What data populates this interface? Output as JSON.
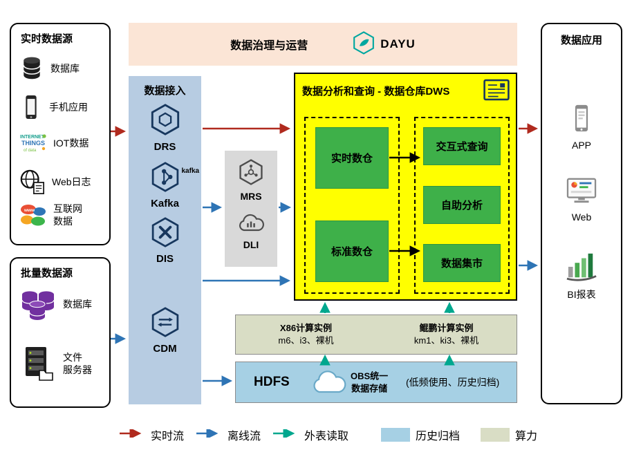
{
  "realtime_sources": {
    "title": "实时数据源",
    "items": [
      {
        "label": "数据库",
        "icon": "database-icon"
      },
      {
        "label": "手机应用",
        "icon": "mobile-phone-icon"
      },
      {
        "label": "IOT数据",
        "icon": "iot-wordcloud-icon"
      },
      {
        "label": "Web日志",
        "icon": "web-log-globe-icon"
      },
      {
        "label": "互联网\n数据",
        "icon": "internet-data-icon"
      }
    ]
  },
  "batch_sources": {
    "title": "批量数据源",
    "items": [
      {
        "label": "数据库",
        "icon": "database-cluster-icon"
      },
      {
        "label": "文件\n服务器",
        "icon": "file-server-icon"
      }
    ]
  },
  "governance": {
    "title": "数据治理与运营",
    "logo_text": "DAYU",
    "logo_icon": "dayu-hexagon-icon"
  },
  "ingestion": {
    "title": "数据接入",
    "items": [
      {
        "label": "DRS",
        "icon": "drs-hexagon-icon"
      },
      {
        "label": "Kafka",
        "tag": "kafka",
        "icon": "kafka-hexagon-icon"
      },
      {
        "label": "DIS",
        "icon": "dis-hexagon-icon"
      },
      {
        "label": "CDM",
        "icon": "cdm-hexagon-icon"
      }
    ]
  },
  "engines": {
    "items": [
      {
        "label": "MRS",
        "icon": "mrs-hexagon-icon"
      },
      {
        "label": "DLI",
        "icon": "dli-cloud-icon"
      }
    ]
  },
  "dws": {
    "title": "数据分析和查询 - 数据仓库DWS",
    "icon": "report-document-icon",
    "warehouses": [
      {
        "label": "实时数仓"
      },
      {
        "label": "标准数仓"
      }
    ],
    "services": [
      {
        "label": "交互式查询"
      },
      {
        "label": "自助分析"
      },
      {
        "label": "数据集市"
      }
    ]
  },
  "compute_bar": {
    "x86_title": "X86计算实例",
    "x86_detail": "m6、i3、裸机",
    "kunpeng_title": "鲲鹏计算实例",
    "kunpeng_detail": "km1、ki3、裸机"
  },
  "storage_bar": {
    "hdfs_label": "HDFS",
    "obs_label": "OBS统一\n数据存储",
    "note": "(低频使用、历史归档)",
    "icon": "obs-cloud-icon"
  },
  "applications": {
    "title": "数据应用",
    "items": [
      {
        "label": "APP",
        "icon": "app-phone-icon"
      },
      {
        "label": "Web",
        "icon": "web-monitor-icon"
      },
      {
        "label": "BI报表",
        "icon": "bi-report-icon"
      }
    ]
  },
  "legend": {
    "items": [
      {
        "label": "实时流",
        "type": "arrow",
        "color": "#b02a1e"
      },
      {
        "label": "离线流",
        "type": "arrow",
        "color": "#2e74b5"
      },
      {
        "label": "外表读取",
        "type": "arrow",
        "color": "#00a78e"
      },
      {
        "label": "历史归档",
        "type": "swatch",
        "color": "#a6d0e4"
      },
      {
        "label": "算力",
        "type": "swatch",
        "color": "#d9ddc5"
      }
    ]
  },
  "colors": {
    "dws_bg": "#ffff00",
    "green_box": "#3eb049",
    "governance_bg": "#fbe5d6",
    "ingestion_bg": "#b7cce2",
    "engines_bg": "#d9d9d9",
    "compute_bg": "#d9ddc5",
    "storage_bg": "#a6d0e4",
    "realtime_flow": "#b02a1e",
    "offline_flow": "#2e74b5",
    "external_read": "#00a78e"
  }
}
